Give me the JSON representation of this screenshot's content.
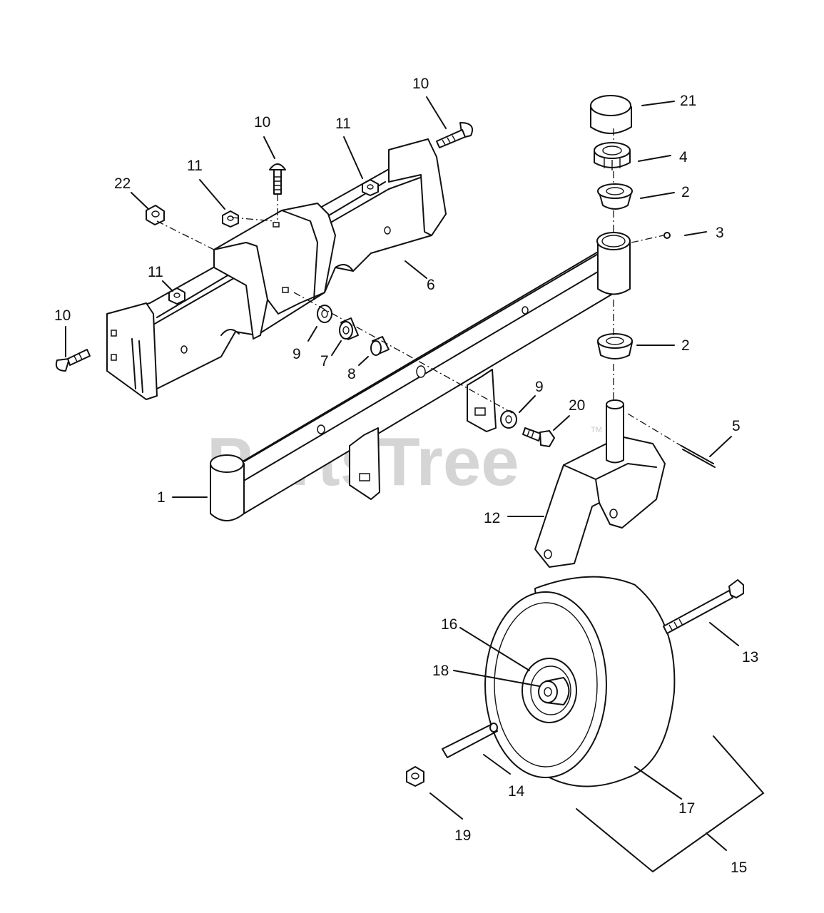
{
  "watermark": {
    "text": "PartsTree",
    "trademark": "TM"
  },
  "callouts": {
    "c21": "21",
    "c4": "4",
    "c2a": "2",
    "c3": "3",
    "c2b": "2",
    "c5": "5",
    "c6": "6",
    "c10a": "10",
    "c10b": "10",
    "c10c": "10",
    "c11a": "11",
    "c11b": "11",
    "c11c": "11",
    "c22": "22",
    "c9a": "9",
    "c9b": "9",
    "c7": "7",
    "c8": "8",
    "c20": "20",
    "c1": "1",
    "c12": "12",
    "c16": "16",
    "c18": "18",
    "c13": "13",
    "c14": "14",
    "c17": "17",
    "c19": "19",
    "c15": "15"
  }
}
